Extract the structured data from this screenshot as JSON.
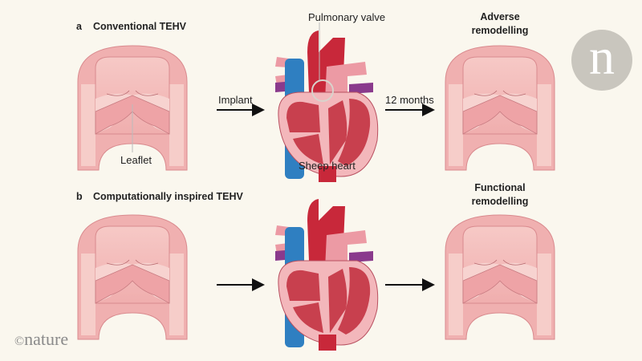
{
  "panel_a": {
    "letter": "a",
    "title": "Conventional TEHV",
    "arrow1_label": "Implant",
    "arrow2_label": "12 months",
    "outcome_line1": "Adverse",
    "outcome_line2": "remodelling",
    "pulmonary_label": "Pulmonary valve",
    "leaflet_label": "Leaflet",
    "heart_label": "Sheep heart"
  },
  "panel_b": {
    "letter": "b",
    "title": "Computationally inspired TEHV",
    "outcome_line1": "Functional",
    "outcome_line2": "remodelling"
  },
  "logo": {
    "letter": "n"
  },
  "credit": {
    "symbol": "©",
    "text": "nature"
  },
  "colors": {
    "background": "#faf7ee",
    "tissue": "#f2b4b4",
    "heart_red": "#c8283a",
    "vein_blue": "#2f7fc1"
  }
}
